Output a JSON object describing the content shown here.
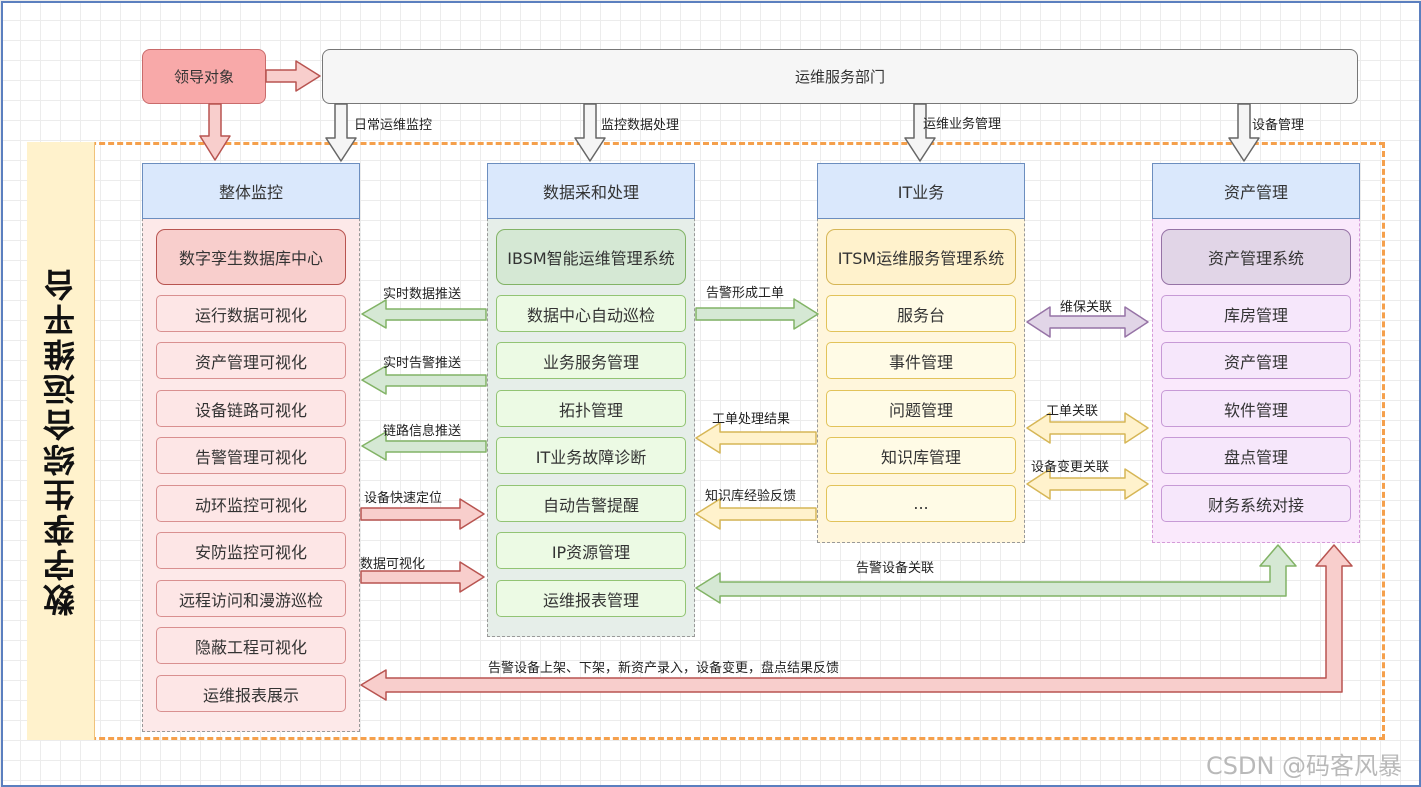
{
  "leader": "领导对象",
  "ops_dept": "运维服务部门",
  "platform_title": "数字孪生综合运维平台",
  "columns": [
    {
      "header": "整体监控",
      "title": "数字孪生数据库中心",
      "items": [
        "运行数据可视化",
        "资产管理可视化",
        "设备链路可视化",
        "告警管理可视化",
        "动环监控可视化",
        "安防监控可视化",
        "远程访问和漫游巡检",
        "隐蔽工程可视化",
        "运维报表展示"
      ]
    },
    {
      "header": "数据采和处理",
      "title": "IBSM智能运维管理系统",
      "items": [
        "数据中心自动巡检",
        "业务服务管理",
        "拓扑管理",
        "IT业务故障诊断",
        "自动告警提醒",
        "IP资源管理",
        "运维报表管理"
      ]
    },
    {
      "header": "IT业务",
      "title": "ITSM运维服务管理系统",
      "items": [
        "服务台",
        "事件管理",
        "问题管理",
        "知识库管理",
        "..."
      ]
    },
    {
      "header": "资产管理",
      "title": "资产管理系统",
      "items": [
        "库房管理",
        "资产管理",
        "软件管理",
        "盘点管理",
        "财务系统对接"
      ]
    }
  ],
  "down_labels": [
    "日常运维监控",
    "监控数据处理",
    "运维业务管理",
    "设备管理"
  ],
  "link_labels": {
    "realtime_data": "实时数据推送",
    "realtime_alarm": "实时告警推送",
    "link_info": "链路信息推送",
    "quick_locate": "设备快速定位",
    "data_vis": "数据可视化",
    "alarm_ticket": "告警形成工单",
    "ticket_result": "工单处理结果",
    "kb_feedback": "知识库经验反馈",
    "maintenance": "维保关联",
    "ticket_link": "工单关联",
    "change_link": "设备变更关联",
    "alarm_device": "告警设备关联",
    "bottom_feedback": "告警设备上架、下架，新资产录入，设备变更，盘点结果反馈"
  },
  "watermark": "CSDN @码客风暴",
  "colors": {
    "red": "#f8cecc",
    "green": "#d5e8d4",
    "yellow": "#fff2cc",
    "purple": "#e1d5e7",
    "header_blue": "#dae8fc",
    "platform_orange": "#f5a04c"
  }
}
